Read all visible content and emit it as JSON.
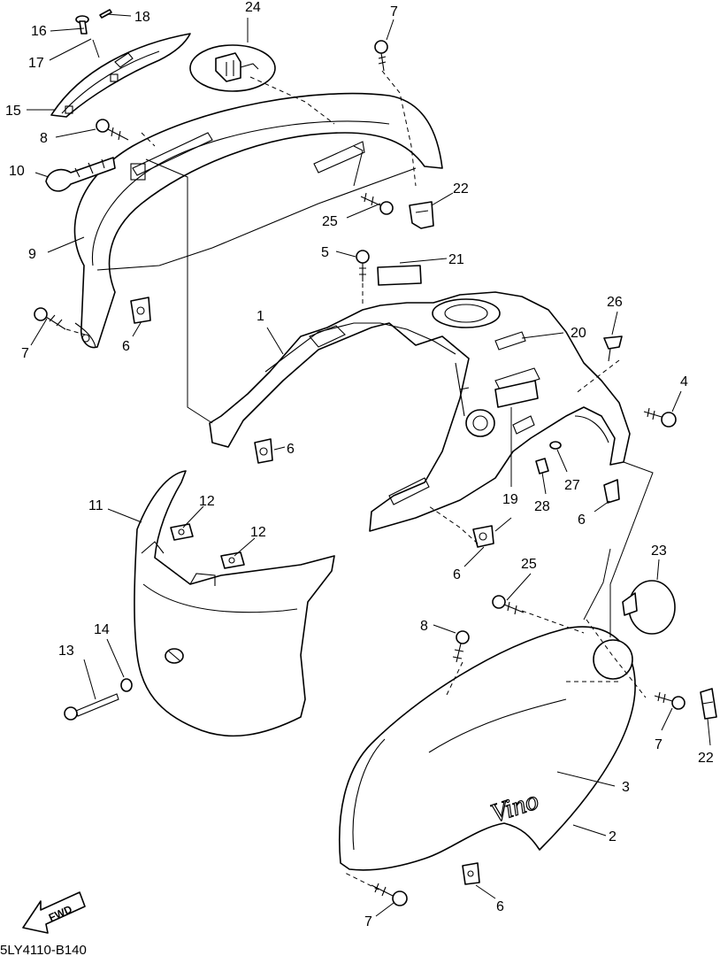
{
  "diagram_code": "5LY4110-B140",
  "fwd_label": "FWD",
  "emblem_text": "Vino",
  "callouts": [
    "1",
    "2",
    "3",
    "4",
    "5",
    "6",
    "7",
    "8",
    "9",
    "10",
    "11",
    "12",
    "13",
    "14",
    "15",
    "16",
    "17",
    "18",
    "19",
    "20",
    "21",
    "22",
    "23",
    "24",
    "25",
    "26",
    "27",
    "28"
  ]
}
